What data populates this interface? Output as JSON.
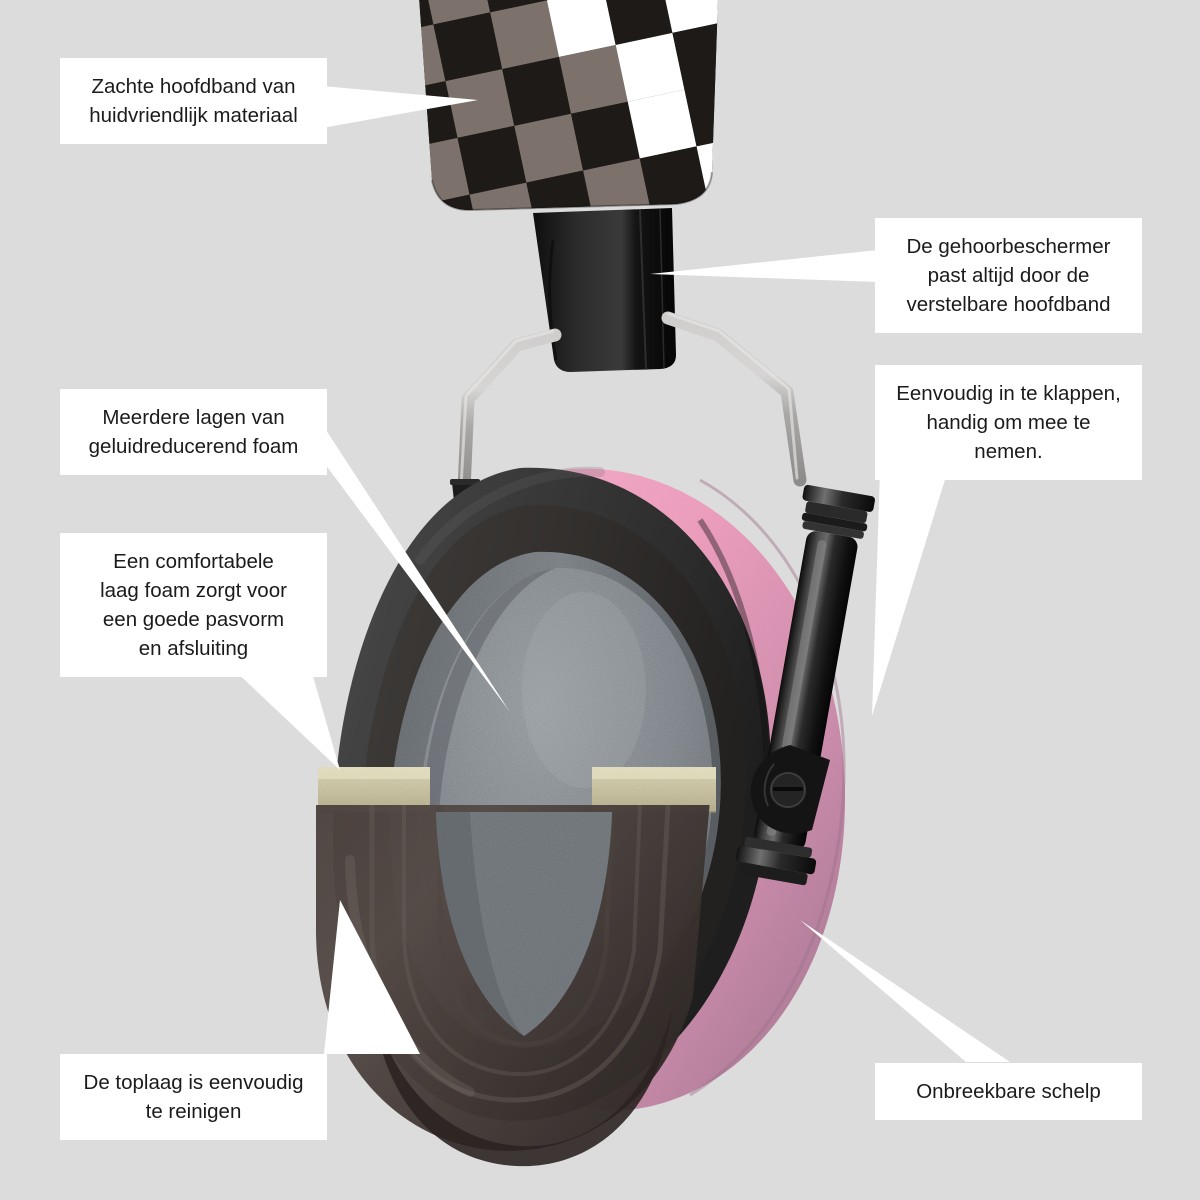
{
  "scene": {
    "subject": "hearing-protection-earmuff-cutaway",
    "background_color": "#dcdcdc",
    "callout_box_color": "#ffffff",
    "callout_text_color": "#1b1b1b",
    "pointer_color": "#ffffff"
  },
  "callouts": [
    {
      "id": "headband",
      "name": "callout-soft-headband",
      "text": "Zachte hoofdband van\nhuidvriendlijk materiaal",
      "side": "left"
    },
    {
      "id": "foam_layers",
      "name": "callout-foam-layers",
      "text": "Meerdere lagen van\ngeluidreducerend foam",
      "side": "left"
    },
    {
      "id": "comfort",
      "name": "callout-comfort-foam",
      "text": "Een comfortabele\nlaag foam zorgt voor\neen goede pasvorm\nen afsluiting",
      "side": "left"
    },
    {
      "id": "top_layer",
      "name": "callout-easy-clean",
      "text": "De toplaag is eenvoudig\nte reinigen",
      "side": "left"
    },
    {
      "id": "fits",
      "name": "callout-adjustable-headband",
      "text": "De gehoorbeschermer\npast altijd door de\nverstelbare hoofdband",
      "side": "right"
    },
    {
      "id": "fold",
      "name": "callout-foldable",
      "text": "Eenvoudig in te klappen,\nhandig om mee te\nnemen.",
      "side": "right"
    },
    {
      "id": "shell",
      "name": "callout-unbreakable-shell",
      "text": "Onbreekbare schelp",
      "side": "right"
    }
  ],
  "product_parts": {
    "headband_checker_dark": "#1d1a18",
    "headband_checker_grey": "#7d716c",
    "headband_checker_white": "#ffffff",
    "headband_black_strap": "#191919",
    "wire_arm": "#b5b3b1",
    "cup_outer_black": "#3a3a3a",
    "shell_pink_light": "#f3a1c2",
    "shell_pink_dark": "#b5819b",
    "foam_grey": "#8b9096",
    "foam_beige": "#cfc9a8",
    "cushion_brown": "#4a4240",
    "adjuster_black": "#181818"
  }
}
